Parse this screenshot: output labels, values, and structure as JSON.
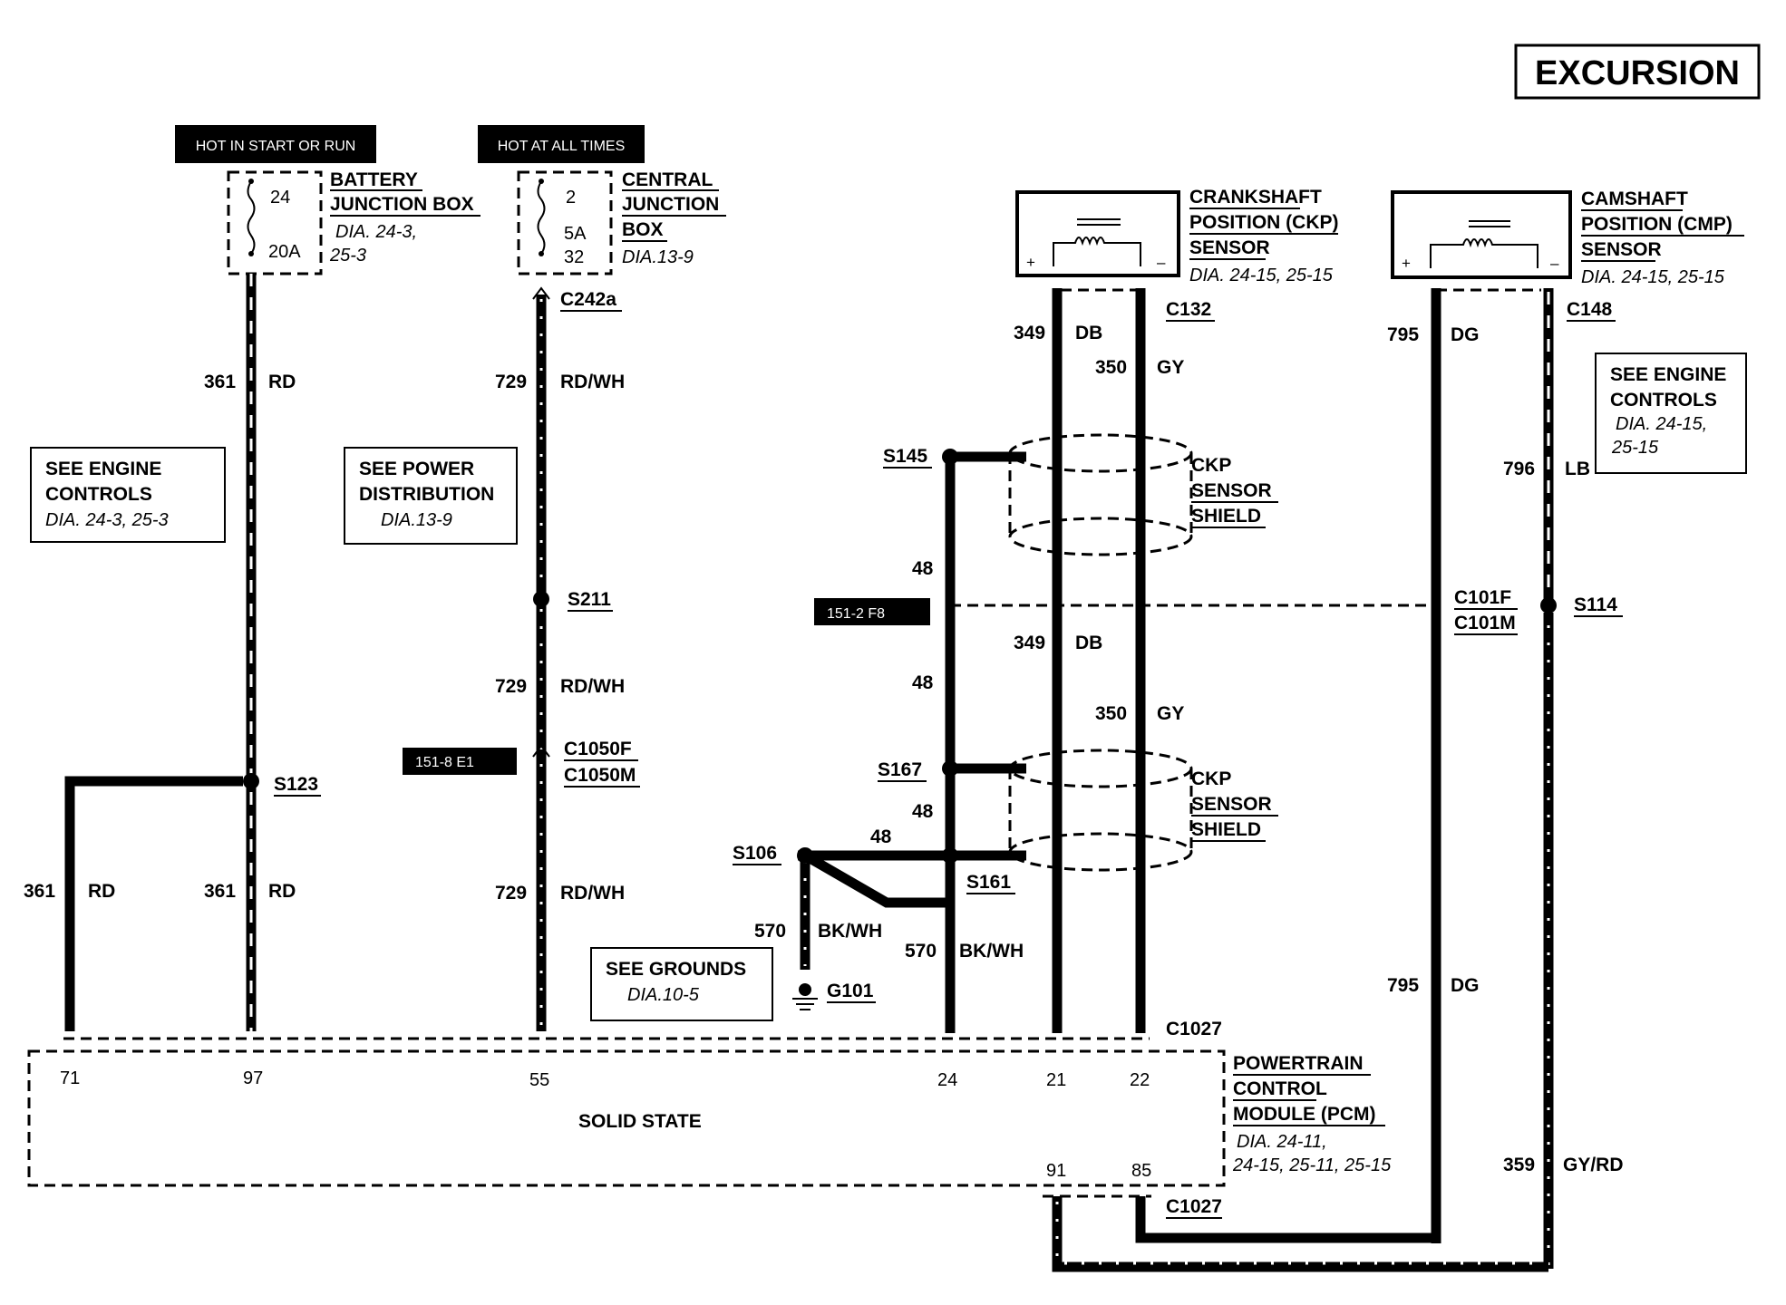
{
  "title": "EXCURSION",
  "power": {
    "badge_start_run": "HOT IN START OR RUN",
    "badge_all_times": "HOT AT ALL TIMES",
    "bjb": {
      "l1": "BATTERY",
      "l2": "JUNCTION BOX",
      "ref1": "DIA. 24-3,",
      "ref2": "25-3",
      "circuit": "24",
      "fuse": "20A"
    },
    "cjb": {
      "l1": "CENTRAL",
      "l2": "JUNCTION",
      "l3": "BOX",
      "ref": "DIA.13-9",
      "circuit": "2",
      "fuse": "5A",
      "pin": "32"
    }
  },
  "sensors": {
    "ckp": {
      "l1": "CRANKSHAFT",
      "l2": "POSITION (CKP)",
      "l3": "SENSOR",
      "ref": "DIA. 24-15, 25-15",
      "plus": "+",
      "minus": "–"
    },
    "cmp": {
      "l1": "CAMSHAFT",
      "l2": "POSITION (CMP)",
      "l3": "SENSOR",
      "ref": "DIA. 24-15, 25-15",
      "plus": "+",
      "minus": "–"
    }
  },
  "notes": {
    "engine_left": {
      "l1": "SEE ENGINE",
      "l2": "CONTROLS",
      "l3": "DIA. 24-3, 25-3"
    },
    "power_dist": {
      "l1": "SEE POWER",
      "l2": "DISTRIBUTION",
      "l3": "DIA.13-9"
    },
    "engine_right": {
      "l1": "SEE ENGINE",
      "l2": "CONTROLS",
      "l3": "DIA. 24-15,",
      "l4": "25-15"
    },
    "grounds": {
      "l1": "SEE GROUNDS",
      "l2": "DIA.10-5"
    }
  },
  "refs": {
    "r1": "151-2 F8",
    "r2": "151-8 E1"
  },
  "connectors": {
    "c242a": "C242a",
    "c132": "C132",
    "c148": "C148",
    "c101f": "C101F",
    "c101m": "C101M",
    "c1050f": "C1050F",
    "c1050m": "C1050M",
    "c1027a": "C1027",
    "c1027b": "C1027"
  },
  "splices": {
    "s123": "S123",
    "s211": "S211",
    "s145": "S145",
    "s167": "S167",
    "s161": "S161",
    "s106": "S106",
    "s114": "S114",
    "g101": "G101"
  },
  "wires": {
    "w361": "361",
    "rd": "RD",
    "w729": "729",
    "rdwh": "RD/WH",
    "w349": "349",
    "db": "DB",
    "w350": "350",
    "gy": "GY",
    "w795": "795",
    "dg": "DG",
    "w796": "796",
    "lb": "LB",
    "w48": "48",
    "w570": "570",
    "bkwh": "BK/WH",
    "w359": "359",
    "gyrd": "GY/RD"
  },
  "shield": {
    "l1": "CKP",
    "l2": "SENSOR",
    "l3": "SHIELD"
  },
  "pcm": {
    "l1": "POWERTRAIN",
    "l2": "CONTROL",
    "l3": "MODULE (PCM)",
    "ref1": "DIA. 24-11,",
    "ref2": "24-15, 25-11, 25-15",
    "state": "SOLID STATE",
    "pins": {
      "p71": "71",
      "p97": "97",
      "p55": "55",
      "p24": "24",
      "p21": "21",
      "p22": "22",
      "p91": "91",
      "p85": "85"
    }
  }
}
